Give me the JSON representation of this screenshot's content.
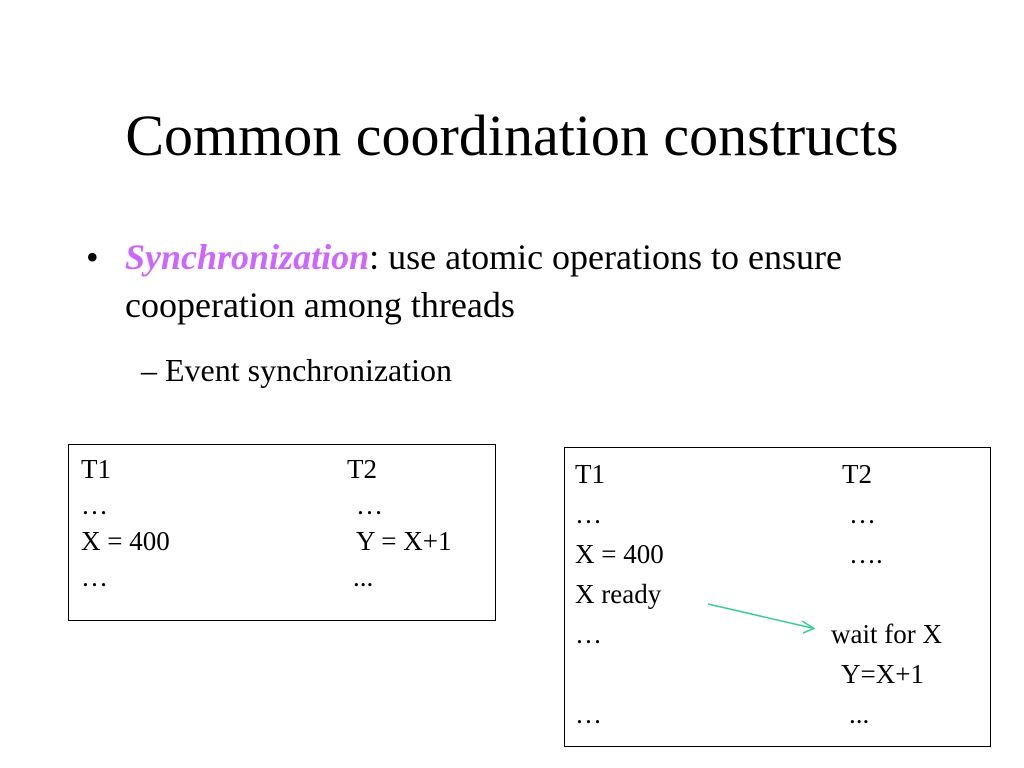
{
  "title": "Common coordination constructs",
  "bullet": {
    "marker": "•",
    "term": "Synchronization",
    "text": ":  use atomic operations to ensure cooperation among threads",
    "sub_item": "– Event synchronization"
  },
  "left_box": {
    "col1": [
      "T1",
      "…",
      "X = 400",
      "…"
    ],
    "col2": [
      "T2",
      "…",
      "Y = X+1",
      "..."
    ]
  },
  "right_box": {
    "col1": [
      "T1",
      "…",
      "X = 400",
      "X ready",
      "…",
      "…"
    ],
    "col2": [
      "T2",
      "…",
      "….",
      "wait for X",
      "Y=X+1",
      "..."
    ]
  },
  "colors": {
    "term": "#cc66ff",
    "arrow": "#33cc99"
  }
}
